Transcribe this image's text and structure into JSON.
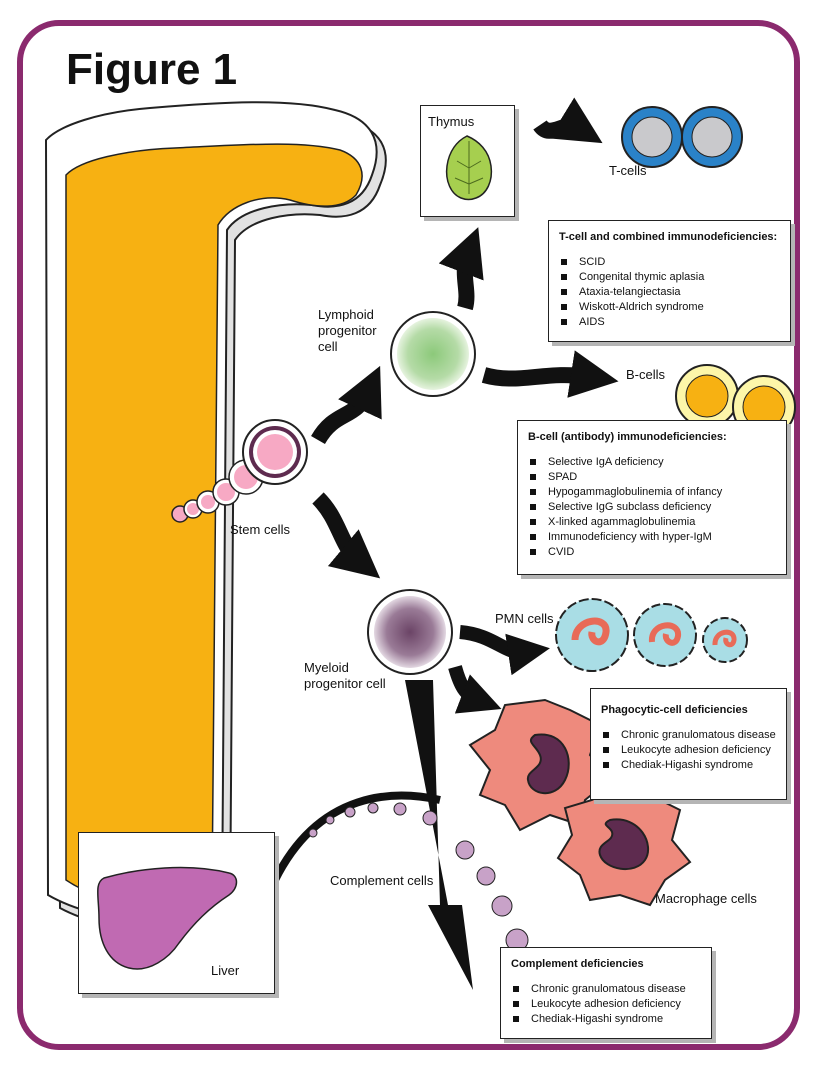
{
  "title": "Figure 1",
  "labels": {
    "thymus": "Thymus",
    "t_cells": "T-cells",
    "lymphoid": [
      "Lymphoid",
      "progenitor",
      "cell"
    ],
    "b_cells": "B-cells",
    "stem_cells": "Stem cells",
    "pmn_cells": "PMN cells",
    "myeloid": [
      "Myeloid",
      "progenitor cell"
    ],
    "complement_cells": "Complement cells",
    "macrophage_cells": "Macrophage cells",
    "liver": "Liver"
  },
  "boxes": {
    "tcell": {
      "heading": "T-cell and combined immunodeficiencies:",
      "items": [
        "SCID",
        "Congenital thymic aplasia",
        "Ataxia-telangiectasia",
        "Wiskott-Aldrich syndrome",
        "AIDS"
      ]
    },
    "bcell": {
      "heading": "B-cell (antibody) immunodeficiencies:",
      "items": [
        "Selective IgA deficiency",
        "SPAD",
        "Hypogammaglobulinemia of infancy",
        "Selective IgG subclass deficiency",
        "X-linked agammaglobulinemia",
        "Immunodeficiency with hyper-IgM",
        "CVID"
      ]
    },
    "phago": {
      "heading": "Phagocytic-cell deficiencies",
      "items": [
        "Chronic granulomatous disease",
        "Leukocyte adhesion deficiency",
        "Chediak-Higashi syndrome"
      ]
    },
    "complement": {
      "heading": "Complement deficiencies",
      "items": [
        "Chronic granulomatous disease",
        "Leukocyte adhesion deficiency",
        "Chediak-Higashi syndrome"
      ]
    }
  },
  "colors": {
    "frame": "#8b2a6e",
    "marrow": "#f7b112",
    "t_cell": "#2a82c8",
    "b_cell": "#f7b112",
    "pmn": "#a9dde5",
    "macrophage": "#ee8a7d",
    "nucleus": "#5e2b4f",
    "liver": "#c06ab2",
    "complement_dot": "#c8a2c8",
    "thymus": "#a6cf4f"
  }
}
